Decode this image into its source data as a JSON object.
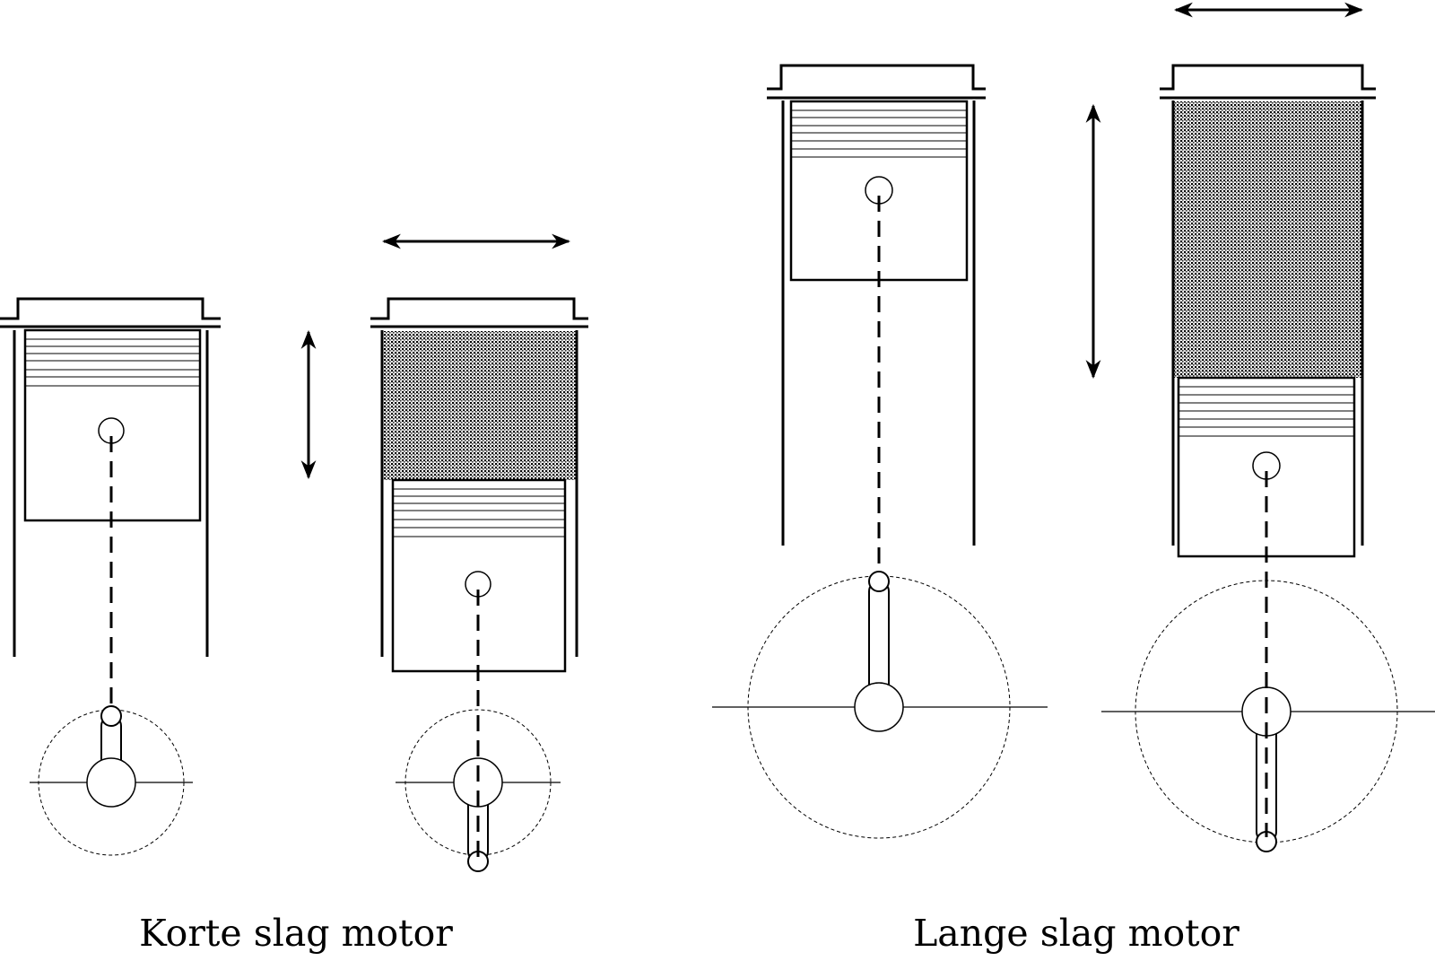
{
  "diagram": {
    "captions": {
      "short_stroke": "Korte slag motor",
      "long_stroke": "Lange slag motor"
    },
    "colors": {
      "ink": "#000000",
      "background": "#ffffff",
      "combustion_fill": "dotted-gray"
    },
    "icons": [
      "double-arrow-vertical-icon",
      "double-arrow-horizontal-icon"
    ]
  }
}
